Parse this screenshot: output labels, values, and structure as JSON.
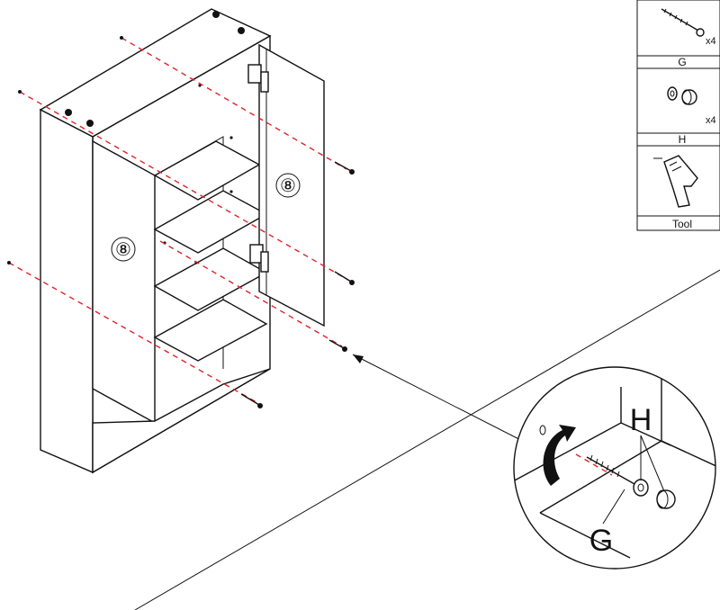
{
  "parts": [
    {
      "letter": "G",
      "qty": "x4",
      "icon": "screw-icon"
    },
    {
      "letter": "H",
      "qty": "x4",
      "icon": "washer-cap-icon"
    },
    {
      "letter": "Tool",
      "qty": "",
      "icon": "drill-icon"
    }
  ],
  "panel_labels": [
    "⑧",
    "⑧"
  ],
  "detail": {
    "label_h": "H",
    "label_g": "G",
    "rotation_icon": "rotate-arrow-icon"
  },
  "colors": {
    "line": "#111111",
    "guide_dashed": "#e0222a",
    "background": "#ffffff"
  }
}
